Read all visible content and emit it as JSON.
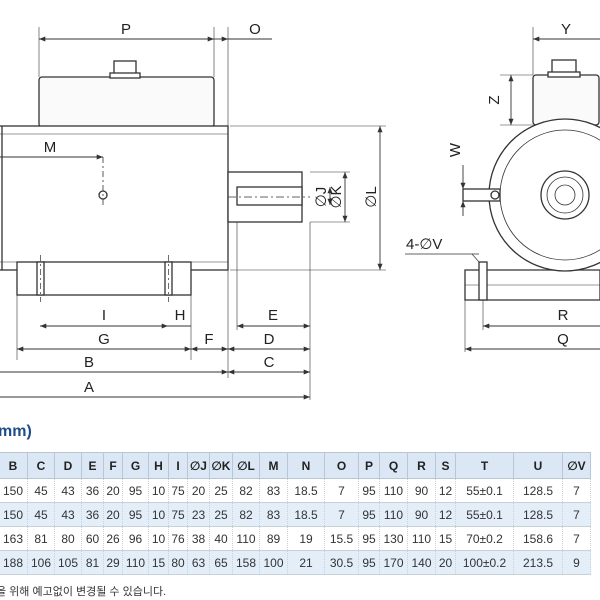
{
  "heading": "mm)",
  "labels": {
    "P": "P",
    "O": "O",
    "Y": "Y",
    "Z": "Z",
    "M": "M",
    "W": "W",
    "J": "∅J",
    "K": "∅K",
    "L": "∅L",
    "V4": "4-∅V",
    "I": "I",
    "H": "H",
    "E": "E",
    "G": "G",
    "F": "F",
    "D": "D",
    "B": "B",
    "C": "C",
    "A": "A",
    "R": "R",
    "Q": "Q"
  },
  "table": {
    "headers": [
      "B",
      "C",
      "D",
      "E",
      "F",
      "G",
      "H",
      "I",
      "∅J",
      "∅K",
      "∅L",
      "M",
      "N",
      "O",
      "P",
      "Q",
      "R",
      "S",
      "T",
      "U",
      "∅V"
    ],
    "rows": [
      [
        "150",
        "45",
        "43",
        "36",
        "20",
        "95",
        "10",
        "75",
        "20",
        "25",
        "82",
        "83",
        "18.5",
        "7",
        "95",
        "110",
        "90",
        "12",
        "55±0.1",
        "128.5",
        "7"
      ],
      [
        "150",
        "45",
        "43",
        "36",
        "20",
        "95",
        "10",
        "75",
        "23",
        "25",
        "82",
        "83",
        "18.5",
        "7",
        "95",
        "110",
        "90",
        "12",
        "55±0.1",
        "128.5",
        "7"
      ],
      [
        "163",
        "81",
        "80",
        "60",
        "26",
        "96",
        "10",
        "76",
        "38",
        "40",
        "110",
        "89",
        "19",
        "15.5",
        "95",
        "130",
        "110",
        "15",
        "70±0.2",
        "158.6",
        "7"
      ],
      [
        "188",
        "106",
        "105",
        "81",
        "29",
        "110",
        "15",
        "80",
        "63",
        "65",
        "158",
        "100",
        "21",
        "30.5",
        "95",
        "170",
        "140",
        "20",
        "100±0.2",
        "213.5",
        "9"
      ]
    ]
  },
  "footnote": "을 위해 예고없이 변경될 수 있습니다."
}
